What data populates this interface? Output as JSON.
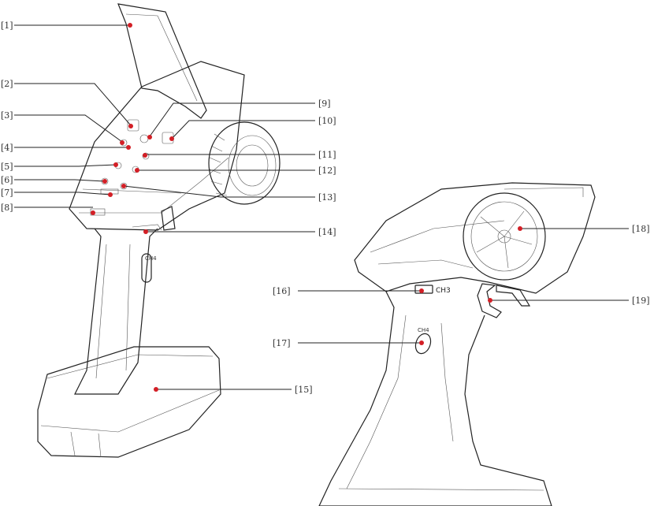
{
  "callouts": {
    "c1": "[1]",
    "c2": "[2]",
    "c3": "[3]",
    "c4": "[4]",
    "c5": "[5]",
    "c6": "[6]",
    "c7": "[7]",
    "c8": "[8]",
    "c9": "[9]",
    "c10": "[10]",
    "c11": "[11]",
    "c12": "[12]",
    "c13": "[13]",
    "c14": "[14]",
    "c15": "[15]",
    "c16": "[16]",
    "c17": "[17]",
    "c18": "[18]",
    "c19": "[19]"
  },
  "device_text": {
    "ch3": "CH3",
    "ch4": "CH4",
    "ch4_left": "CH4"
  },
  "colors": {
    "marker": "#d31f26",
    "line": "#222222"
  }
}
